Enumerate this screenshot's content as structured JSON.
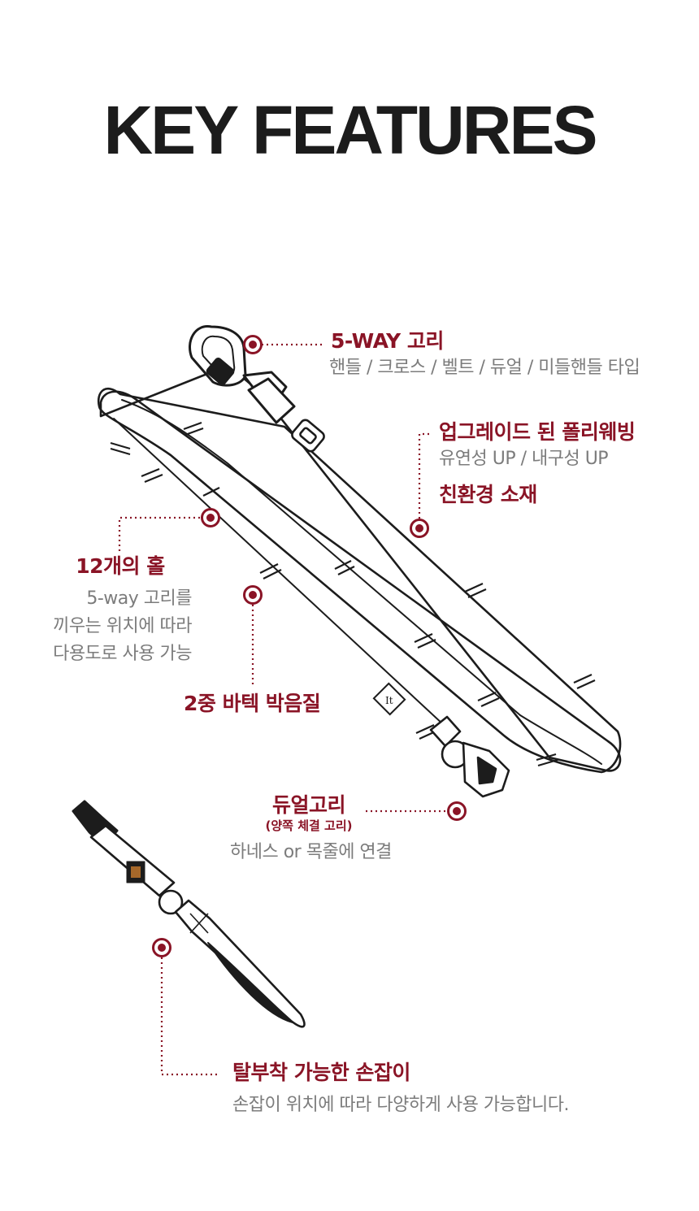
{
  "title": "KEY FEATURES",
  "accent_color": "#8a1426",
  "features": {
    "hook": {
      "heading": "5-WAY 고리",
      "desc": "핸들 / 크로스 / 벨트 / 듀얼 / 미들핸들 타입"
    },
    "webbing": {
      "heading": "업그레이드 된 폴리웨빙",
      "desc": "유연성 UP / 내구성 UP",
      "heading2": "친환경 소재"
    },
    "holes": {
      "heading": "12개의 홀",
      "desc_lines": [
        "5-way 고리를",
        "끼우는 위치에 따라",
        "다용도로 사용 가능"
      ]
    },
    "stitch": {
      "heading": "2중 바텍 박음질"
    },
    "dual_hook": {
      "heading": "듀얼고리",
      "subheading": "(양쪽 체결 고리)",
      "desc": "하네스 or 목줄에 연결"
    },
    "handle": {
      "heading": "탈부착 가능한 손잡이",
      "desc": "손잡이 위치에 따라 다양하게 사용 가능합니다."
    }
  }
}
